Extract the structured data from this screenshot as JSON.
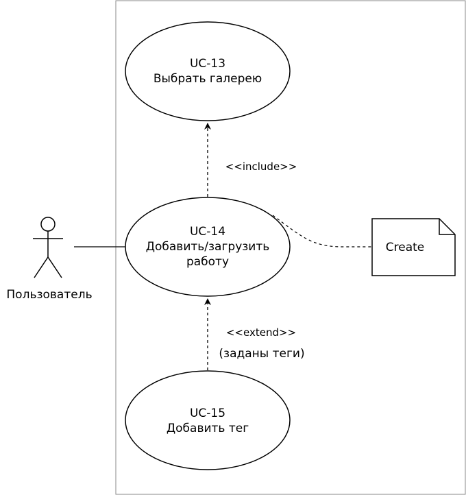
{
  "actor": {
    "name": "Пользователь"
  },
  "use_cases": {
    "uc13": {
      "id": "UC-13",
      "title": "Выбрать галерею"
    },
    "uc14": {
      "id": "UC-14",
      "title_line1": "Добавить/загрузить",
      "title_line2": "работу"
    },
    "uc15": {
      "id": "UC-15",
      "title": "Добавить тег"
    }
  },
  "relations": {
    "include": {
      "stereotype": "<<include>>"
    },
    "extend": {
      "stereotype": "<<extend>>",
      "condition": "(заданы теги)"
    }
  },
  "note": {
    "text": "Create"
  }
}
